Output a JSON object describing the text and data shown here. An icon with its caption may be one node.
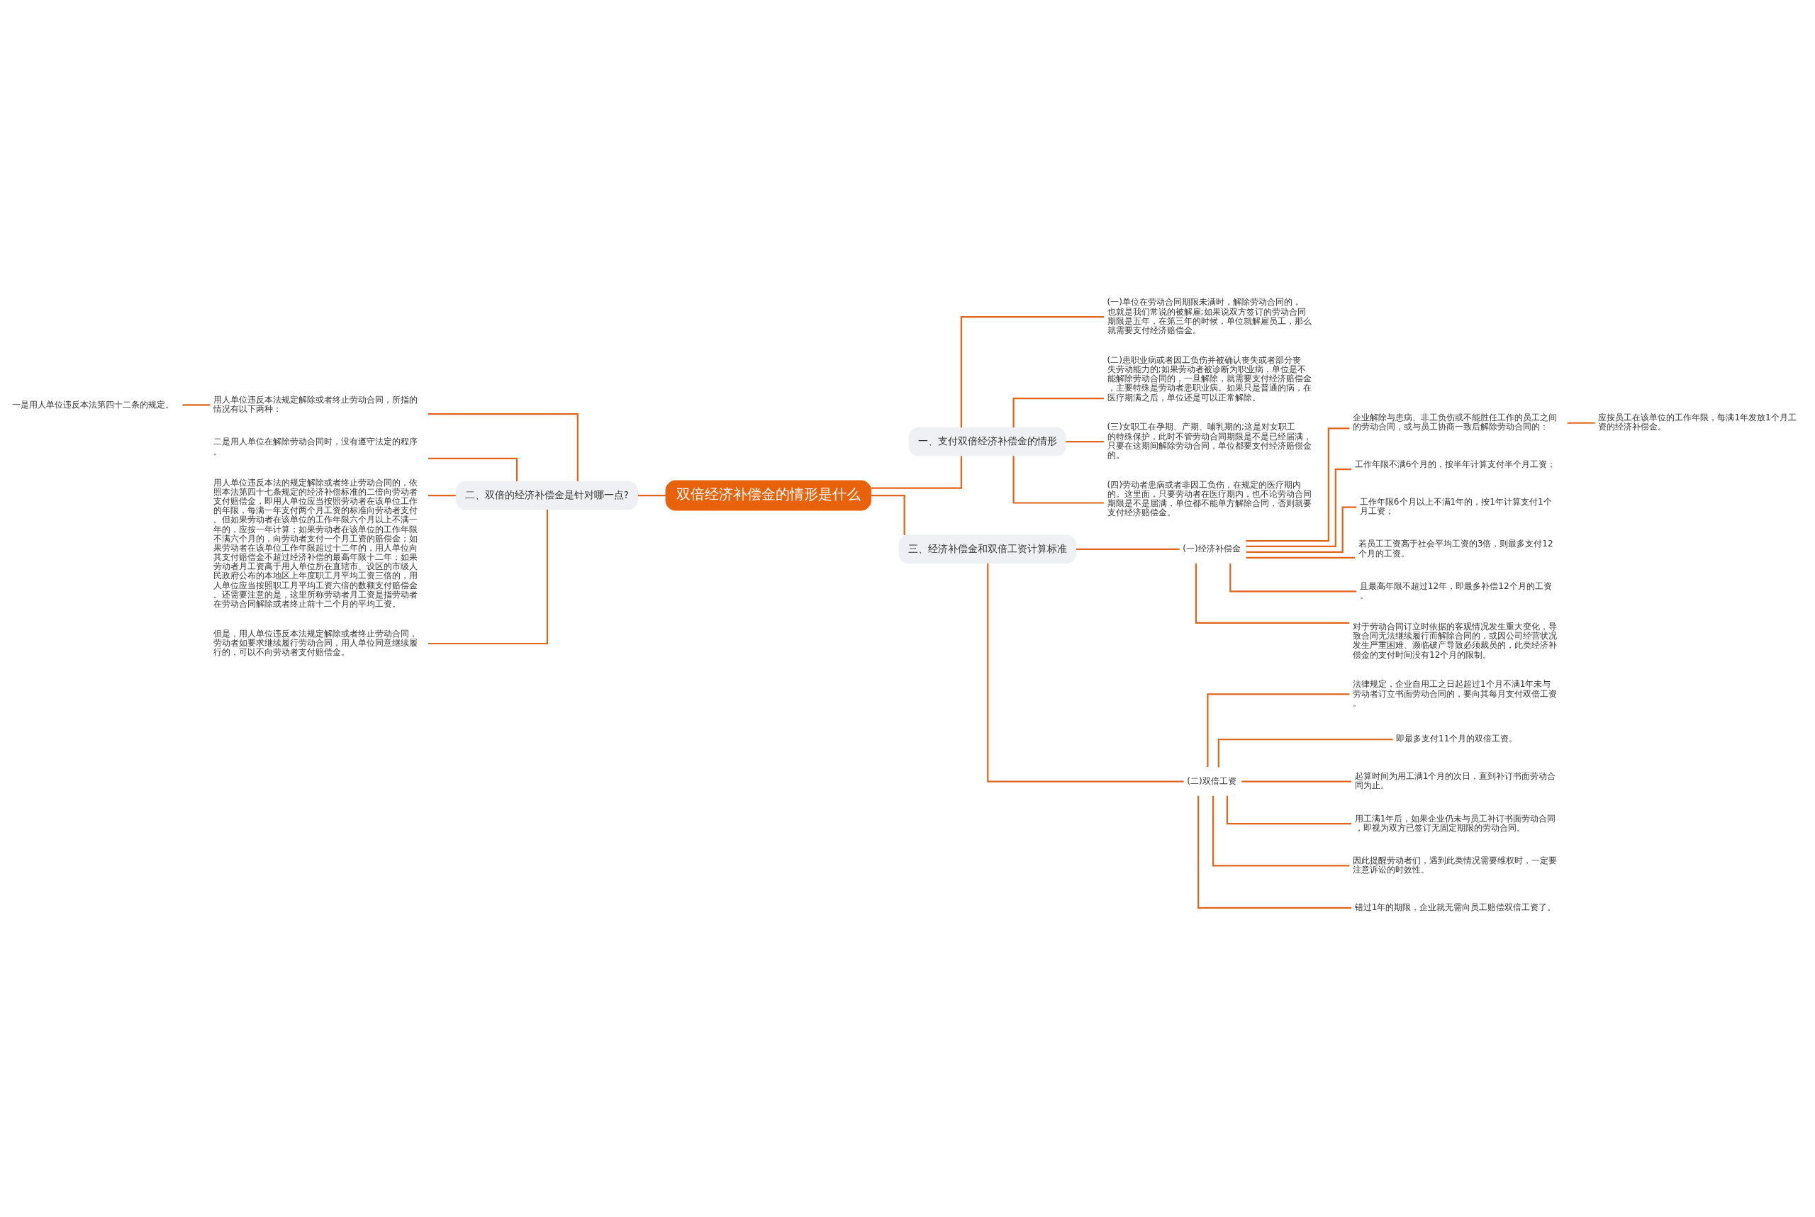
{
  "diagram": {
    "nodes": [
      {
        "text": [
          "双倍经济补偿金的情形是什么"
        ]
      },
      {
        "text": [
          "一、支付双倍经济补偿金的情形"
        ]
      },
      {
        "text": [
          "(一)单位在劳动合同期限未满时，解除劳动合同的，也就是我们常说的被解雇;如果说双方签订的劳动合同期限是五年，在第三年的时候，单位就解雇员工，那么就需要支付经济赔偿金。"
        ]
      },
      {
        "text": [
          "(二)患职业病或者因工负伤并被确认丧失或者部分丧失劳动能力的;如果劳动者被诊断为职业病，单位是不能解除劳动合同的，一旦解除，就需要支付经济赔偿金，主要特殊是劳动者患职业病。如果只是普通的病，在医疗期满之后，单位还是可以正常解除。"
        ]
      },
      {
        "text": [
          "(三)女职工在孕期、产期、哺乳期的;这是对女职工的特殊保护，此时不管劳动合同期限是不是已经届满，只要在这期间解除劳动合同，单位都要支付经济赔偿金的。"
        ]
      },
      {
        "text": [
          "(四)劳动者患病或者非因工负伤，在规定的医疗期内的。这里面，只要劳动者在医疗期内，也不论劳动合同期限是不是届满，单位都不能单方解除合同，否则就要支付经济赔偿金。"
        ]
      },
      {
        "text": [
          "二、双倍的经济补偿金是针对哪一点?"
        ]
      },
      {
        "text": [
          "用人单位违反本法规定解除或者终止劳动合同，所指的情况有以下两种："
        ]
      },
      {
        "text": [
          "一是用人单位违反本法第四十二条的规定。"
        ]
      },
      {
        "text": [
          "二是用人单位在解除劳动合同时，没有遵守法定的程序。"
        ]
      },
      {
        "text": [
          "用人单位违反本法的规定解除或者终止劳动合同的，依照本法第四十七条规定的经济补偿标准的二倍向劳动者支付赔偿金，即用人单位应当按照劳动者在该单位工作的年限，每满一年支付两个月工资的标准向劳动者支付。但如果劳动者在该单位的工作年限六个月以上不满一年的，应按一年计算；如果劳动者在该单位的工作年限不满六个月的，向劳动者支付一个月工资的赔偿金；如果劳动者在该单位工作年限超过十二年的，用人单位向其支付赔偿金不超过经济补偿的最高年限十二年；如果劳动者月工资高于用人单位所在直辖市、设区的市级人民政府公布的本地区上年度职工月平均工资三倍的，用人单位应当按照职工月平均工资六倍的数额支付赔偿金。还需要注意的是，这里所称劳动者月工资是指劳动者在劳动合同解除或者终止前十二个月的平均工资。"
        ]
      },
      {
        "text": [
          "但是，用人单位违反本法规定解除或者终止劳动合同，劳动者如要求继续履行劳动合同，用人单位同意继续履行的，可以不向劳动者支付赔偿金。"
        ]
      },
      {
        "text": [
          "三、经济补偿金和双倍工资计算标准"
        ]
      },
      {
        "text": [
          "(一)经济补偿金"
        ]
      },
      {
        "text": [
          "企业解除与患病、非工负伤或不能胜任工作的员工之间的劳动合同，或与员工协商一致后解除劳动合同的："
        ]
      },
      {
        "text": [
          "应按员工在该单位的工作年限，每满1年发放1个月工资的经济补偿金。"
        ]
      },
      {
        "text": [
          "工作年限不满6个月的，按半年计算支付半个月工资；"
        ]
      },
      {
        "text": [
          "工作年限6个月以上不满1年的，按1年计算支付1个月工资；"
        ]
      },
      {
        "text": [
          "若员工工资高于社会平均工资的3倍，则最多支付12个月的工资。"
        ]
      },
      {
        "text": [
          "且最高年限不超过12年，即最多补偿12个月的工资。"
        ]
      },
      {
        "text": [
          "对于劳动合同订立时依据的客观情况发生重大变化，导致合同无法继续履行而解除合同的，或因公司经营状况发生严重困难、濒临破产导致必须裁员的，此类经济补偿金的支付时间没有12个月的限制。"
        ]
      },
      {
        "text": [
          "(二)双倍工资"
        ]
      },
      {
        "text": [
          "法律规定，企业自用工之日起超过1个月不满1年未与劳动者订立书面劳动合同的，要向其每月支付双倍工资。"
        ]
      },
      {
        "text": [
          "即最多支付11个月的双倍工资。"
        ]
      },
      {
        "text": [
          "起算时间为用工满1个月的次日，直到补订书面劳动合同为止。"
        ]
      },
      {
        "text": [
          "用工满1年后，如果企业仍未与员工补订书面劳动合同，即视为双方已签订无固定期限的劳动合同。"
        ]
      },
      {
        "text": [
          "因此提醒劳动者们，遇到此类情况需要维权时，一定要注意诉讼的时效性。"
        ]
      },
      {
        "text": [
          "错过1年的期限，企业就无需向员工赔偿双倍工资了。"
        ]
      }
    ],
    "edges": [
      {
        "from": 0,
        "to": 1,
        "arrow": "none"
      },
      {
        "from": 1,
        "to": 2,
        "arrow": "none"
      },
      {
        "from": 1,
        "to": 3,
        "arrow": "none"
      },
      {
        "from": 1,
        "to": 4,
        "arrow": "none"
      },
      {
        "from": 1,
        "to": 5,
        "arrow": "none"
      },
      {
        "from": 0,
        "to": 6,
        "arrow": "none"
      },
      {
        "from": 6,
        "to": 7,
        "arrow": "none"
      },
      {
        "from": 7,
        "to": 8,
        "arrow": "none"
      },
      {
        "from": 6,
        "to": 9,
        "arrow": "none"
      },
      {
        "from": 6,
        "to": 10,
        "arrow": "none"
      },
      {
        "from": 6,
        "to": 11,
        "arrow": "none"
      },
      {
        "from": 0,
        "to": 12,
        "arrow": "none"
      },
      {
        "from": 12,
        "to": 13,
        "arrow": "none"
      },
      {
        "from": 13,
        "to": 14,
        "arrow": "none"
      },
      {
        "from": 14,
        "to": 15,
        "arrow": "none"
      },
      {
        "from": 13,
        "to": 16,
        "arrow": "none"
      },
      {
        "from": 13,
        "to": 17,
        "arrow": "none"
      },
      {
        "from": 13,
        "to": 18,
        "arrow": "none"
      },
      {
        "from": 13,
        "to": 19,
        "arrow": "none"
      },
      {
        "from": 13,
        "to": 20,
        "arrow": "none"
      },
      {
        "from": 12,
        "to": 21,
        "arrow": "none"
      },
      {
        "from": 21,
        "to": 22,
        "arrow": "none"
      },
      {
        "from": 21,
        "to": 23,
        "arrow": "none"
      },
      {
        "from": 21,
        "to": 24,
        "arrow": "none"
      },
      {
        "from": 21,
        "to": 25,
        "arrow": "none"
      },
      {
        "from": 21,
        "to": 26,
        "arrow": "none"
      },
      {
        "from": 21,
        "to": 27,
        "arrow": "none"
      }
    ]
  }
}
